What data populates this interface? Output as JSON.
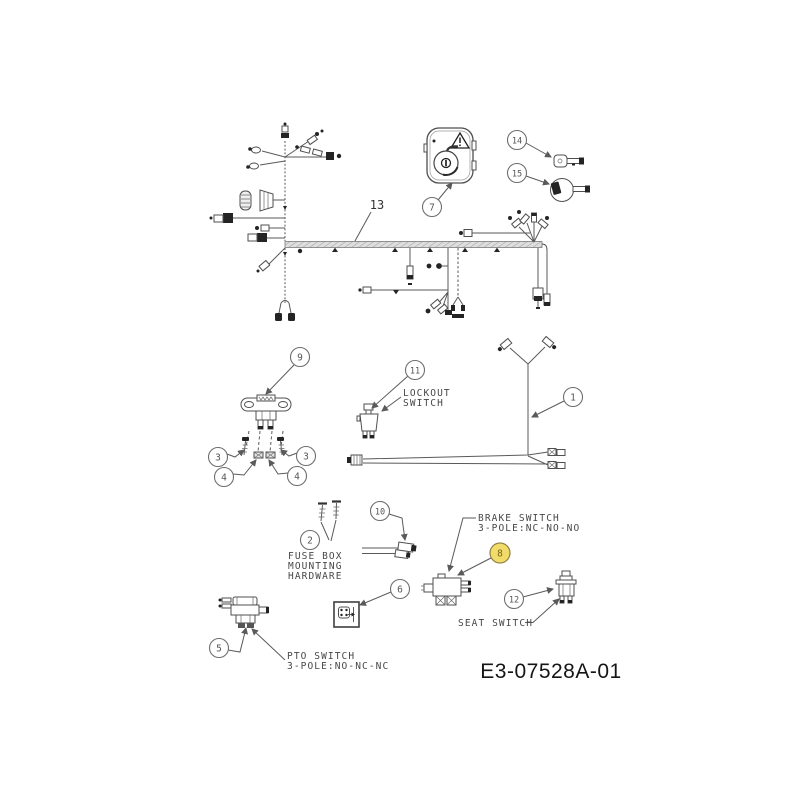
{
  "diagram": {
    "part_number": "E3-07528A-01",
    "harness_label": "13",
    "callouts": {
      "pigtail_harness": "1",
      "fuse_hardware": "2",
      "bolt": "3",
      "nut": "4",
      "pto_switch": "5",
      "connector": "6",
      "ignition_module": "7",
      "brake_switch": "8",
      "relay": "9",
      "wire_assembly": "10",
      "lockout_switch": "11",
      "seat_switch": "12",
      "key_small": "14",
      "key_large": "15"
    },
    "labels": {
      "lockout_line1": "LOCKOUT",
      "lockout_line2": "SWITCH",
      "fuse_line1": "FUSE BOX",
      "fuse_line2": "MOUNTING",
      "fuse_line3": "HARDWARE",
      "brake_line1": "BRAKE SWITCH",
      "brake_line2": "3-POLE:NC-NO-NO",
      "pto_line1": "PTO SWITCH",
      "pto_line2": "3-POLE:NO-NC-NC",
      "seat_line1": "SEAT SWITCH"
    },
    "colors": {
      "highlight": "#f1dc6a",
      "highlight_stroke": "#93824a",
      "highlight_text": "#7c671d",
      "line": "#5a5a5a"
    }
  }
}
